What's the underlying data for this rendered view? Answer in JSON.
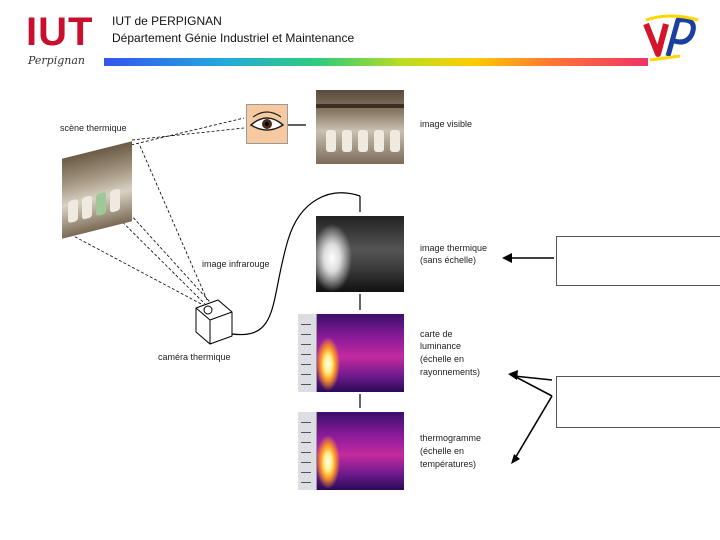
{
  "header": {
    "logo_text": "IUT",
    "logo_subtext": "Perpignan",
    "title_line1": "IUT de PERPIGNAN",
    "title_line2": "Département Génie Industriel et Maintenance"
  },
  "labels": {
    "scene": "scène thermique",
    "visible_image": "image visible",
    "infrared_image": "image infrarouge",
    "camera": "caméra thermique",
    "thermal_image_1": "image thermique",
    "thermal_image_2": "(sans échelle)",
    "luminance_1": "carte de",
    "luminance_2": "luminance",
    "luminance_3": "(échelle en",
    "luminance_4": "rayonnements)",
    "thermogram_1": "thermogramme",
    "thermogram_2": "(échelle en",
    "thermogram_3": "températures)"
  },
  "colors": {
    "iut_red": "#c8102e",
    "arrow": "#000000",
    "accent_up_blue": "#1b3fa0",
    "accent_up_red": "#d4142a",
    "accent_up_yellow": "#ffd700"
  }
}
